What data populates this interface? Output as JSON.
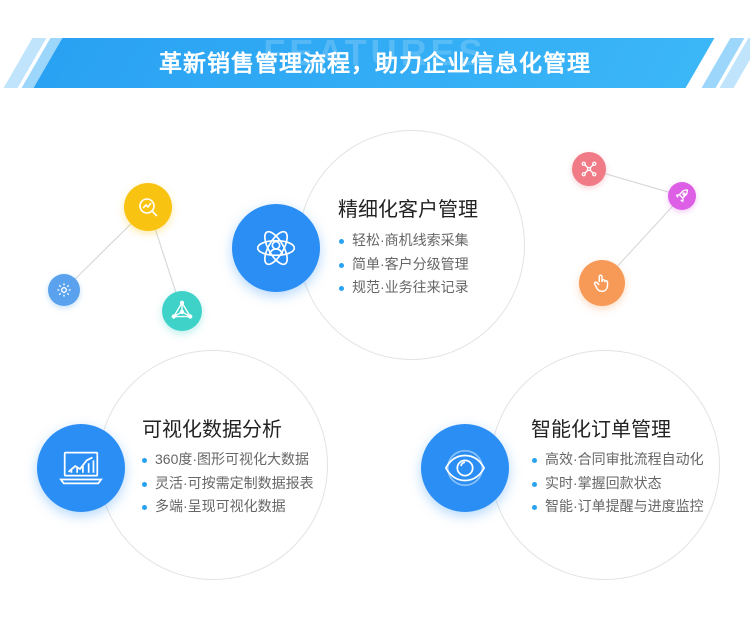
{
  "banner": {
    "title": "革新销售管理流程，助力企业信息化管理",
    "watermark": "FEATURES"
  },
  "features": [
    {
      "title": "精细化客户管理",
      "icon": "atom-user-icon",
      "items": [
        "轻松·商机线索采集",
        "简单·客户分级管理",
        "规范·业务往来记录"
      ]
    },
    {
      "title": "可视化数据分析",
      "icon": "laptop-chart-icon",
      "items": [
        "360度·图形可视化大数据",
        "灵活·可按需定制数据报表",
        "多端·呈现可视化数据"
      ]
    },
    {
      "title": "智能化订单管理",
      "icon": "eye-icon",
      "items": [
        "高效·合同审批流程自动化",
        "实时·掌握回款状态",
        "智能·订单提醒与进度监控"
      ]
    }
  ],
  "decor_nodes": [
    {
      "icon": "search-chart-icon",
      "color": "#f9c311"
    },
    {
      "icon": "gear-icon",
      "color": "#5aa2ee"
    },
    {
      "icon": "network-icon",
      "color": "#3ed2c8"
    },
    {
      "icon": "share-nodes-icon",
      "color": "#f07a86"
    },
    {
      "icon": "rocket-icon",
      "color": "#dd5fe6"
    },
    {
      "icon": "hand-pointer-icon",
      "color": "#f79a57"
    }
  ],
  "colors": {
    "banner": "#2aa2f3",
    "badge": "#2b8ef4",
    "bullet": "#2aa2f3"
  }
}
